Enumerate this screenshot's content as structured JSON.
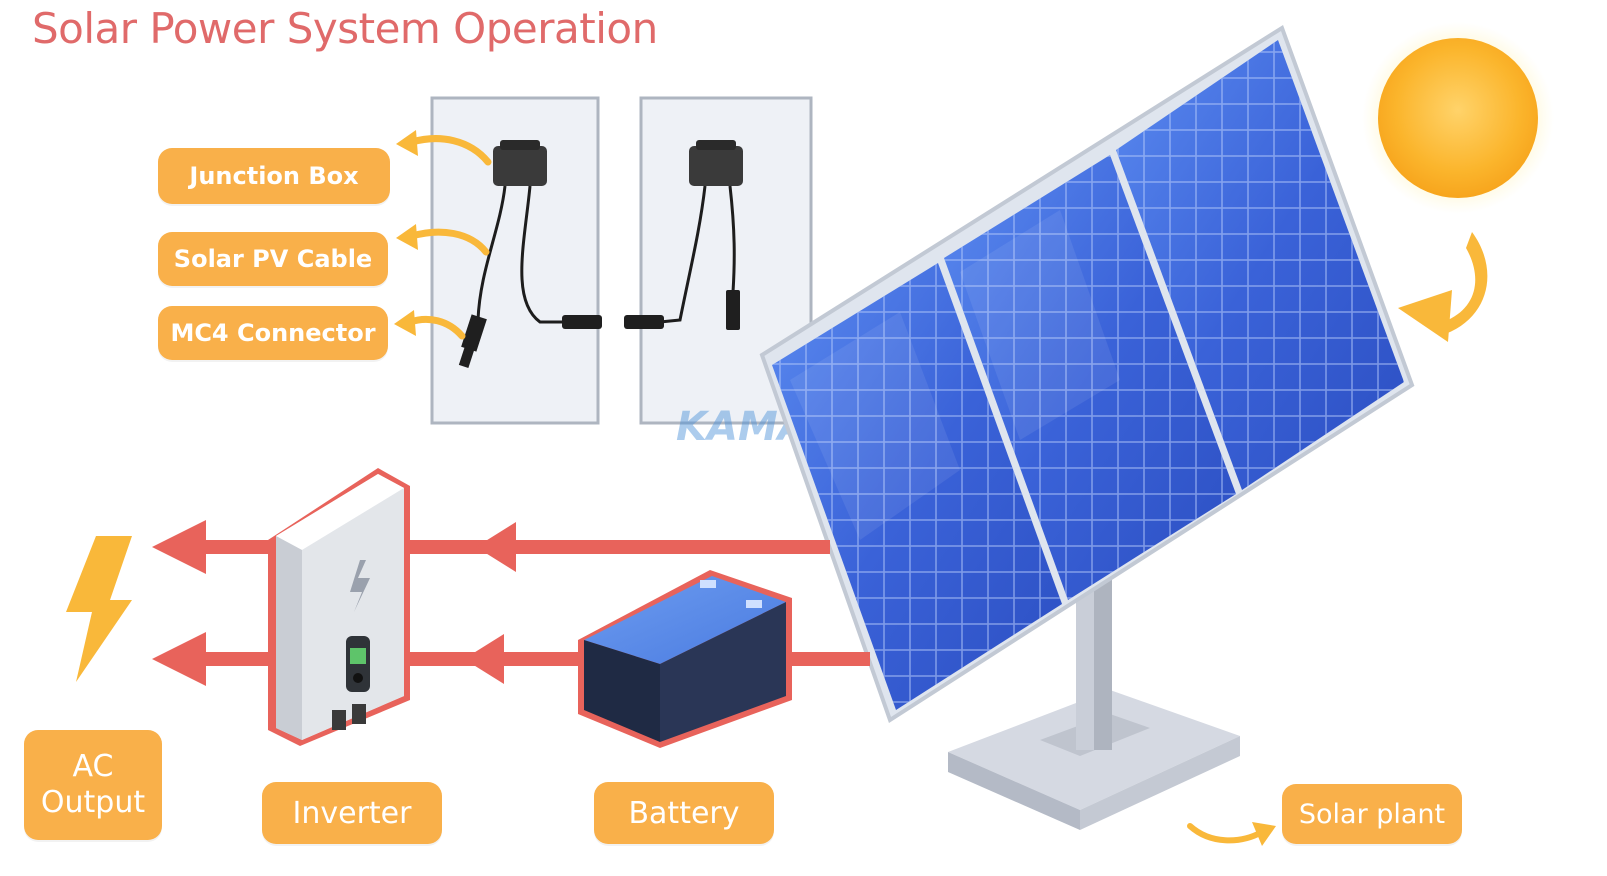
{
  "title": "Solar Power System Operation",
  "labels": {
    "junction_box": "Junction Box",
    "solar_pv_cable": "Solar PV Cable",
    "mc4_connector": "MC4 Connector",
    "ac_output": "AC Output",
    "inverter": "Inverter",
    "battery": "Battery",
    "solar_plant": "Solar plant"
  },
  "watermark_text": "KAMALAAK",
  "colors": {
    "title": "#e06a6a",
    "label_bg": "#f9b04a",
    "flow_arrow": "#e8635b",
    "panel_blue": "#3a62d8",
    "sun": "#fbb52c"
  }
}
